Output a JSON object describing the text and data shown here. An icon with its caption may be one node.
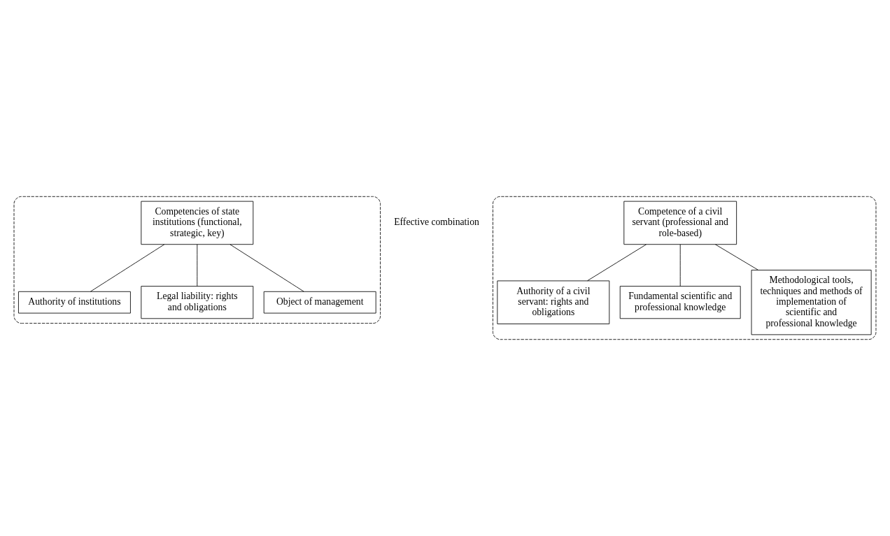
{
  "diagram": {
    "nodes": [
      {
        "text": [],
        "shape": "ellipse"
      },
      {
        "text": [
          "Competencies of state institutions (functional, strategic, key)"
        ],
        "in": 0
      },
      {
        "text": [
          "Authority of institutions"
        ],
        "in": 0
      },
      {
        "text": [
          "Legal liability: rights and obligations"
        ],
        "in": 0
      },
      {
        "text": [
          "Object of management"
        ],
        "in": 0
      },
      {
        "text": [],
        "shape": "ellipse"
      },
      {
        "text": [
          "Competence of a civil servant (professional and role-based)"
        ],
        "in": 5
      },
      {
        "text": [
          "Authority of a civil servant: rights and obligations"
        ],
        "in": 5
      },
      {
        "text": [
          "Fundamental scientific and professional knowledge"
        ],
        "in": 5
      },
      {
        "text": [
          "Methodological tools, techniques and methods of implementation of scientific and professional knowledge"
        ],
        "in": 5
      }
    ],
    "edges": [
      {
        "from": 1,
        "to": 2,
        "arrow": "none"
      },
      {
        "from": 1,
        "to": 3,
        "arrow": "none"
      },
      {
        "from": 1,
        "to": 4,
        "arrow": "none"
      },
      {
        "from": 6,
        "to": 7,
        "arrow": "none"
      },
      {
        "from": 6,
        "to": 8,
        "arrow": "none"
      },
      {
        "from": 6,
        "to": 9,
        "arrow": "none"
      }
    ],
    "labels": [
      "Effective combination"
    ]
  }
}
